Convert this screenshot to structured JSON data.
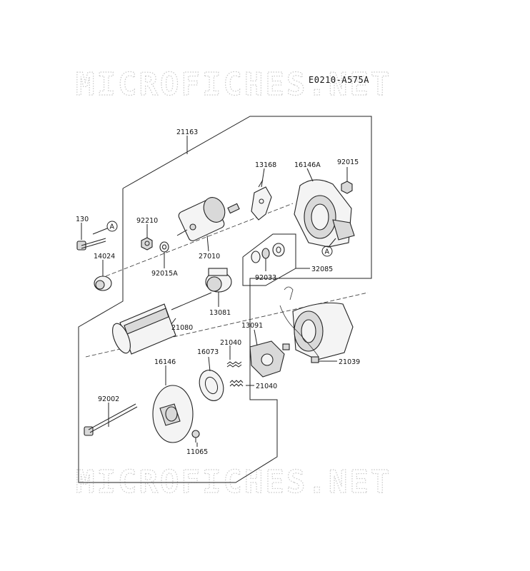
{
  "diagram_code": "E0210-A575A",
  "watermark": "MICROFICHES.NET",
  "parts": {
    "p21163": "21163",
    "p13168": "13168",
    "p16146A": "16146A",
    "p92015": "92015",
    "p130": "130",
    "p92210": "92210",
    "p14024": "14024",
    "p92015A": "92015A",
    "p27010": "27010",
    "p92033": "92033",
    "p32085": "32085",
    "p13081": "13081",
    "p21080": "21080",
    "p13091": "13091",
    "p21040a": "21040",
    "p16073": "16073",
    "p21039": "21039",
    "p16146": "16146",
    "p92002": "92002",
    "p21040b": "21040",
    "p11065": "11065"
  },
  "reference_marks": {
    "ref1": "A",
    "ref2": "A"
  }
}
